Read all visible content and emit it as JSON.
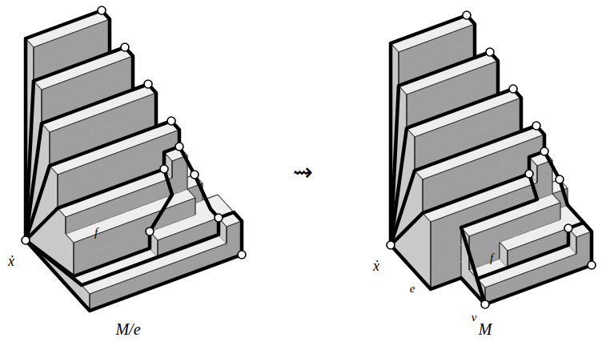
{
  "diagram": {
    "labels": [
      "ẋ",
      "f",
      "M/e",
      "⇝",
      "ẋ",
      "e",
      "f",
      "ν",
      "M"
    ]
  }
}
